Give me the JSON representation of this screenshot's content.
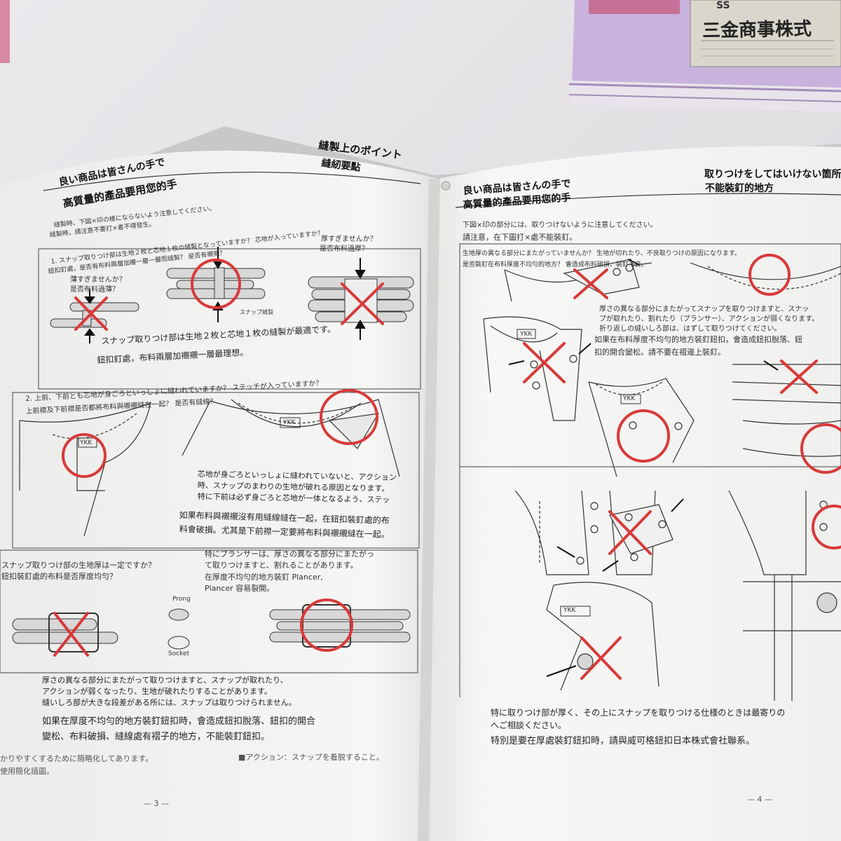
{
  "background_box": {
    "label_company": "三金商事株式",
    "label_brand": "SS"
  },
  "left_page": {
    "header_jp": "良い商品は皆さんの手で",
    "header_cn": "高質量的產品要用您的手",
    "title_jp": "縫製上のポイント",
    "title_cn": "縫紉要點",
    "section1": {
      "heading_jp": "縫製時、下図×印の様にならないよう注意してください。",
      "heading_cn": "縫製時，請注意不要打×者不得發生。",
      "q1_jp": "1. スナップ取りつけ部は生地２枚と芯地１枚の縫製となっていますか？ 芯地が入っていますか？",
      "q1_cn": "鈕扣釘處，是否有布料兩層加襯一層一層而縫製？ 是否有襯襯？",
      "thick_jp": "厚すぎませんか？",
      "thick_cn": "是否布料過厚？",
      "thin_jp": "薄すぎませんか？",
      "thin_cn": "是否布料過薄？",
      "stitch": "スナップ縫製",
      "note_jp": "スナップ取りつけ部は生地２枚と芯地１枚の縫製が最適です。",
      "note_cn": "鈕扣釘處，布料兩層加襯襯一層最理想。"
    },
    "section2": {
      "q_jp": "2. 上前、下前とも芯地が身ごろといっしょに縫われていますか？ ステッチが入っていますか？",
      "q_cn": "上前襟及下前襟是否都將布料與襯襯縫在一起？ 是否有縫線？",
      "ykk": "YKK",
      "note_jp1": "芯地が身ごろといっしょに縫われていないと、アクション",
      "note_jp2": "時、スナップのまわりの生地が破れる原因となります。",
      "note_jp3": "特に下前は必ず身ごろと芯地が一体となるよう、ステッ",
      "note_cn1": "如果布料與襯襯沒有用縫線縫在一起，在鈕扣裝釘處的布",
      "note_cn2": "料會破損。尤其是下前襟一定要將布料與襯襯縫在一起。"
    },
    "section3": {
      "q_jp": "スナップ取りつけ部の生地厚は一定ですか？",
      "q_cn": "鈕扣裝釘處的布料是否厚度均勻？",
      "p1_jp": "特にプランサーは、厚さの異なる部分にまたがっ",
      "p2_jp": "て取りつけますと、割れることがあります。",
      "p1_cn": "在厚度不均勻的地方裝釘 Plancer,",
      "p2_cn": "Plancer 容易裂開。",
      "prong": "Prong",
      "socket": "Socket",
      "warn_jp1": "厚さの異なる部分にまたがって取りつけますと、スナップが取れたり、",
      "warn_jp2": "アクションが弱くなったり、生地が破れたりすることがあります。",
      "warn_jp3": "縫いしろ部が大きな段差がある所には、スナップは取りつけられません。",
      "warn_cn1": "如果在厚度不均勻的地方裝釘鈕扣時，會造成鈕扣脫落、鈕扣的開合",
      "warn_cn2": "變松、布料破損、縫線處有褶子的地方，不能裝釘鈕扣。"
    },
    "footer_left": "かりやすくするために簡略化してあります。",
    "footer_left_cn": "使用簡化插圖。",
    "footer_right": "■アクション：スナップを着脱すること。",
    "page_number": "— 3 —"
  },
  "right_page": {
    "header_jp": "良い商品は皆さんの手で",
    "header_cn": "高質量的產品要用您的手",
    "title_jp": "取りつけをしてはいけない箇所",
    "title_cn": "不能裝釘的地方",
    "intro_jp": "下図×印の部分には、取りつけないように注意してください。",
    "intro_cn": "請注意，在下圖打×處不能裝釘。",
    "q1_jp": "生地厚の異なる部分にまたがっていませんか？ 生地が切れたり、不良取りつけの原因になります。",
    "q1_cn": "是否裝釘在布料厚度不均勻的地方？ 會造成布料破損，裝釘不良。",
    "ykk": "YKK",
    "mid_jp1": "厚さの異なる部分にまたがってスナップを取りつけますと、スナッ",
    "mid_jp2": "プが取れたり、割れたり（プランサー）、アクションが弱くなります。",
    "mid_jp3": "折り返しの縫いしろ部は、はずして取りつけてください。",
    "mid_cn1": "如果在布料厚度不均勻的地方裝釘鈕扣，會造成鈕扣脫落、鈕",
    "mid_cn2": "扣的開合變松。請不要在褶邊上裝釘。",
    "bottom_jp1": "特に取りつけ部が厚く、その上にスナップを取りつける仕様のときは最寄りの",
    "bottom_jp2": "へご相談ください。",
    "bottom_cn": "特別是要在厚處裝釘鈕扣時，請與威可格鈕扣日本株式會社聯系。",
    "page_number": "— 4 —"
  },
  "colors": {
    "red_mark": "#d83a3a",
    "paper": "#f4f4f2",
    "box_purple": "#b99dd0"
  }
}
